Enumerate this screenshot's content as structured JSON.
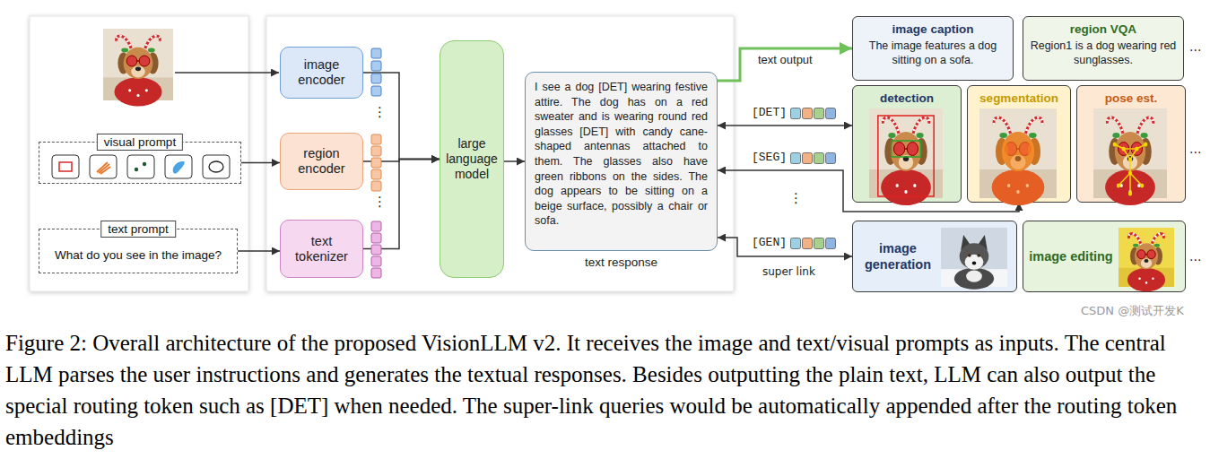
{
  "diagram": {
    "caption": "Figure 2: Overall architecture of the proposed VisionLLM v2. It receives the image and text/visual prompts as inputs. The central LLM parses the user instructions and generates the textual responses. Besides outputting the plain text, LLM can also output the special routing token such as [DET] when needed. The super-link queries would be automatically appended after the routing token embeddings",
    "nodes": [
      {
        "text": [
          "visual prompt"
        ]
      },
      {
        "text": [
          "text prompt",
          "What do you see in the image?"
        ]
      },
      {
        "text": [
          "image encoder"
        ]
      },
      {
        "text": [
          "region encoder"
        ]
      },
      {
        "text": [
          "text tokenizer"
        ]
      },
      {
        "text": [
          "large language model"
        ]
      },
      {
        "text": [
          "I see a dog [DET] wearing festive attire. The dog has on a red sweater and is wearing round red glasses [DET] with candy cane-shaped antennas attached to them. The glasses also have green ribbons on the sides. The dog appears to be sitting on a beige surface, possibly a chair or sofa.",
          "text response"
        ]
      },
      {
        "text": [
          "image caption",
          "The image features a dog sitting on a sofa."
        ]
      },
      {
        "text": [
          "region VQA",
          "Region1 is a dog wearing red sunglasses."
        ]
      },
      {
        "text": [
          "detection"
        ]
      },
      {
        "text": [
          "segmentation"
        ]
      },
      {
        "text": [
          "pose est."
        ]
      },
      {
        "text": [
          "image generation"
        ]
      },
      {
        "text": [
          "image editing"
        ]
      }
    ],
    "edges": [
      {
        "from": 0,
        "to": 3,
        "arrow": "to"
      },
      {
        "from": 1,
        "to": 4,
        "arrow": "to"
      },
      {
        "from": 2,
        "to": 5,
        "arrow": "to"
      },
      {
        "from": 3,
        "to": 5,
        "arrow": "to"
      },
      {
        "from": 4,
        "to": 5,
        "arrow": "to"
      },
      {
        "from": 5,
        "to": 6,
        "arrow": "to"
      },
      {
        "from": 6,
        "to": 7,
        "arrow": "to",
        "label": "text output"
      },
      {
        "from": 6,
        "to": 9,
        "arrow": "both",
        "label": "[DET]"
      },
      {
        "from": 6,
        "to": 10,
        "arrow": "both",
        "label": "[SEG]"
      },
      {
        "from": 6,
        "to": 12,
        "arrow": "both",
        "label": "[GEN]"
      }
    ],
    "labels": [
      "⋮",
      "⋮",
      "⋮",
      "...",
      "...",
      "...",
      "super link",
      "CSDN @测试开发K"
    ]
  }
}
